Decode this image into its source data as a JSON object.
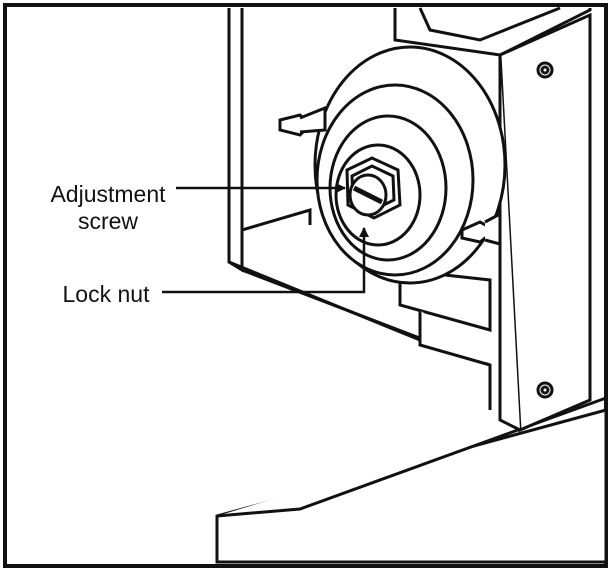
{
  "callouts": {
    "adjustment_line1": "Adjustment",
    "adjustment_line2": "screw",
    "lock_nut": "Lock nut"
  },
  "colors": {
    "line": "#111111",
    "background": "#ffffff"
  }
}
